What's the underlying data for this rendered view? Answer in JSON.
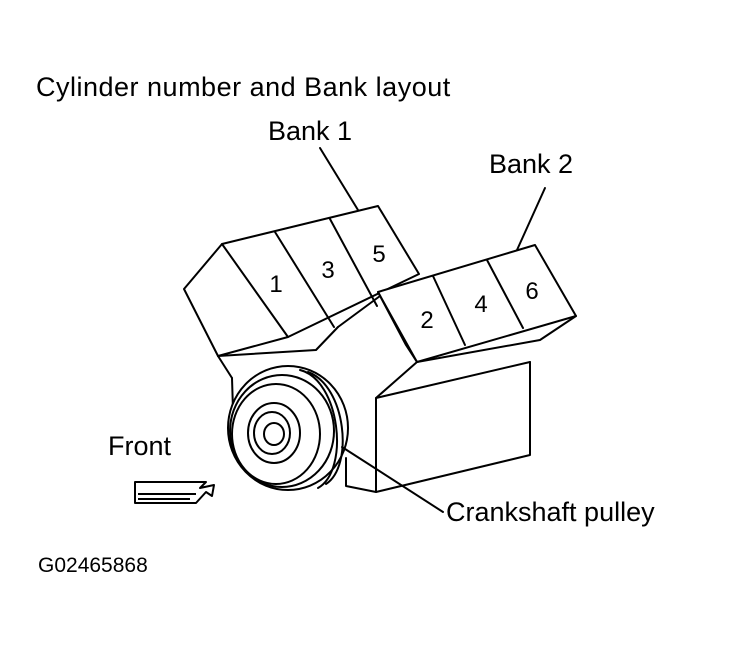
{
  "diagram": {
    "title": "Cylinder number and Bank layout",
    "bank_labels": {
      "bank1": "Bank 1",
      "bank2": "Bank 2"
    },
    "cylinders": {
      "bank1": [
        "1",
        "3",
        "5"
      ],
      "bank2": [
        "2",
        "4",
        "6"
      ]
    },
    "front_label": "Front",
    "crankshaft_label": "Crankshaft pulley",
    "figure_id": "G02465868"
  },
  "colors": {
    "line": "#000000",
    "background": "#ffffff"
  }
}
